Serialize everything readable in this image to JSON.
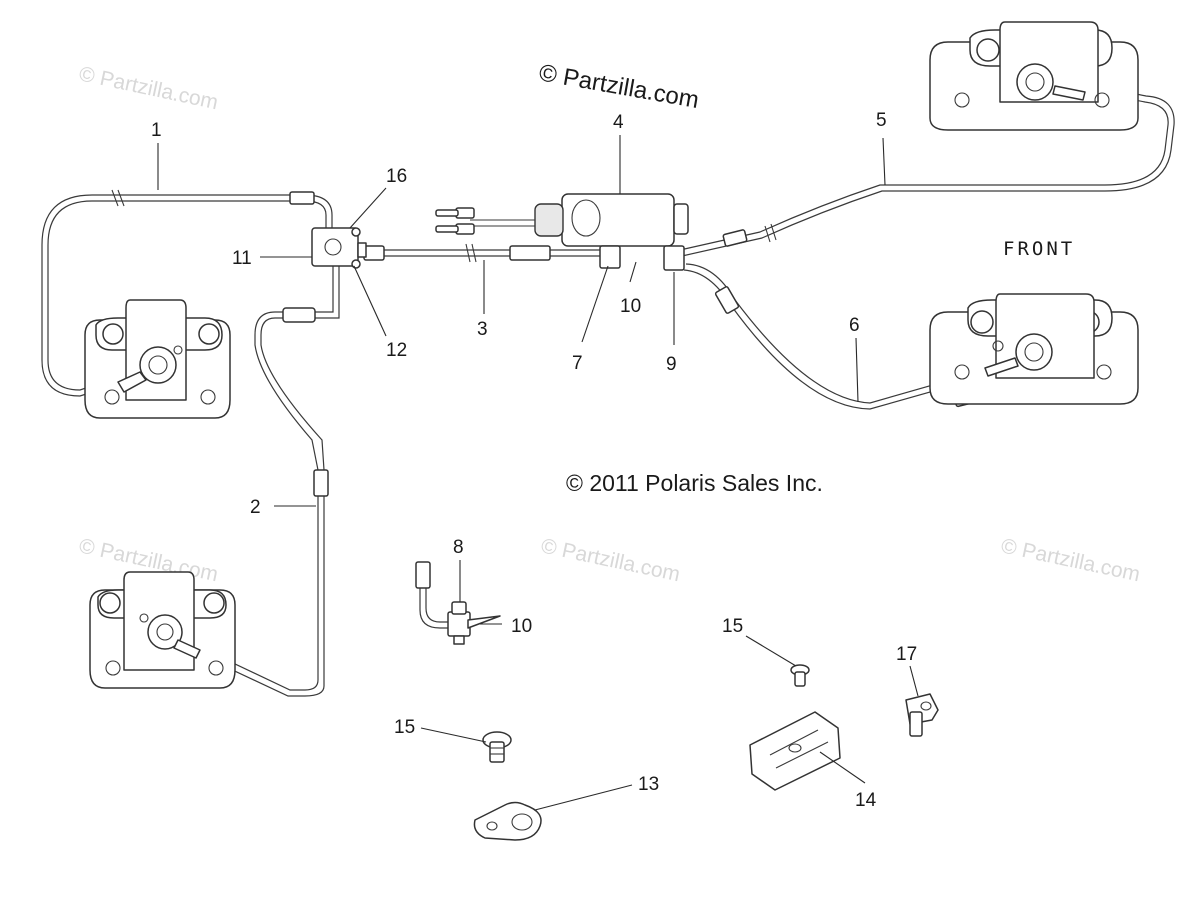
{
  "diagram": {
    "brand_watermark": "© Partzilla.com",
    "faint_watermark": "© Partzilla.com",
    "copyright": "© 2011 Polaris Sales Inc.",
    "front_label": "FRONT",
    "callouts": {
      "c1": "1",
      "c2": "2",
      "c3": "3",
      "c4": "4",
      "c5": "5",
      "c6": "6",
      "c7": "7",
      "c8": "8",
      "c9": "9",
      "c10a": "10",
      "c10b": "10",
      "c11": "11",
      "c12": "12",
      "c13": "13",
      "c14": "14",
      "c15a": "15",
      "c15b": "15",
      "c16": "16",
      "c17": "17"
    }
  }
}
